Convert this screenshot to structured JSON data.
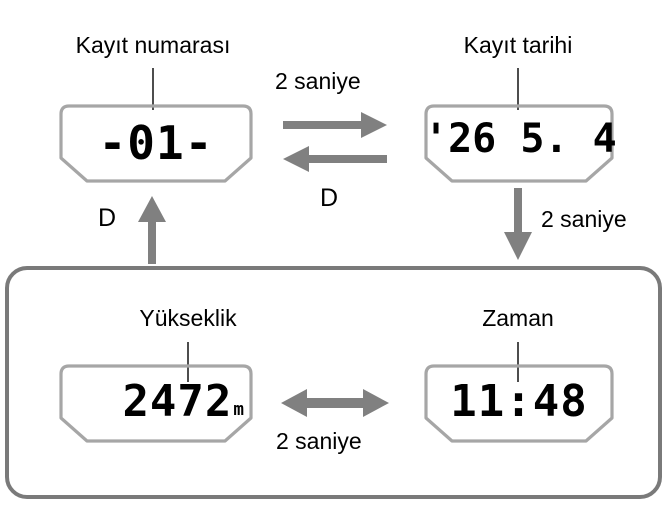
{
  "diagram": {
    "title_present": false,
    "colors": {
      "panel_stroke": "#a6a6a6",
      "group_stroke": "#7a7a7a",
      "arrow_fill": "#808080",
      "text": "#000000",
      "leader": "#4d4d4d",
      "background": "#ffffff"
    },
    "displays": [
      {
        "id": "record-number",
        "caption": "Kayıt numarası",
        "value": "-01-",
        "unit": "",
        "align": "center"
      },
      {
        "id": "record-date",
        "caption": "Kayıt tarihi",
        "value": "'26  5. 4",
        "unit": "",
        "align": "center"
      },
      {
        "id": "altitude",
        "caption": "Yükseklik",
        "value": "2472",
        "unit": "m",
        "align": "right"
      },
      {
        "id": "time",
        "caption": "Zaman",
        "value": "11:48",
        "unit": "",
        "align": "center"
      }
    ],
    "transitions": [
      {
        "id": "top-right",
        "label": "2 saniye",
        "direction": "right"
      },
      {
        "id": "top-left",
        "label": "D",
        "direction": "left"
      },
      {
        "id": "left-up",
        "label": "D",
        "direction": "up"
      },
      {
        "id": "right-down",
        "label": "2 saniye",
        "direction": "down"
      },
      {
        "id": "bottom-both",
        "label": "2 saniye",
        "direction": "both-horizontal"
      }
    ]
  }
}
